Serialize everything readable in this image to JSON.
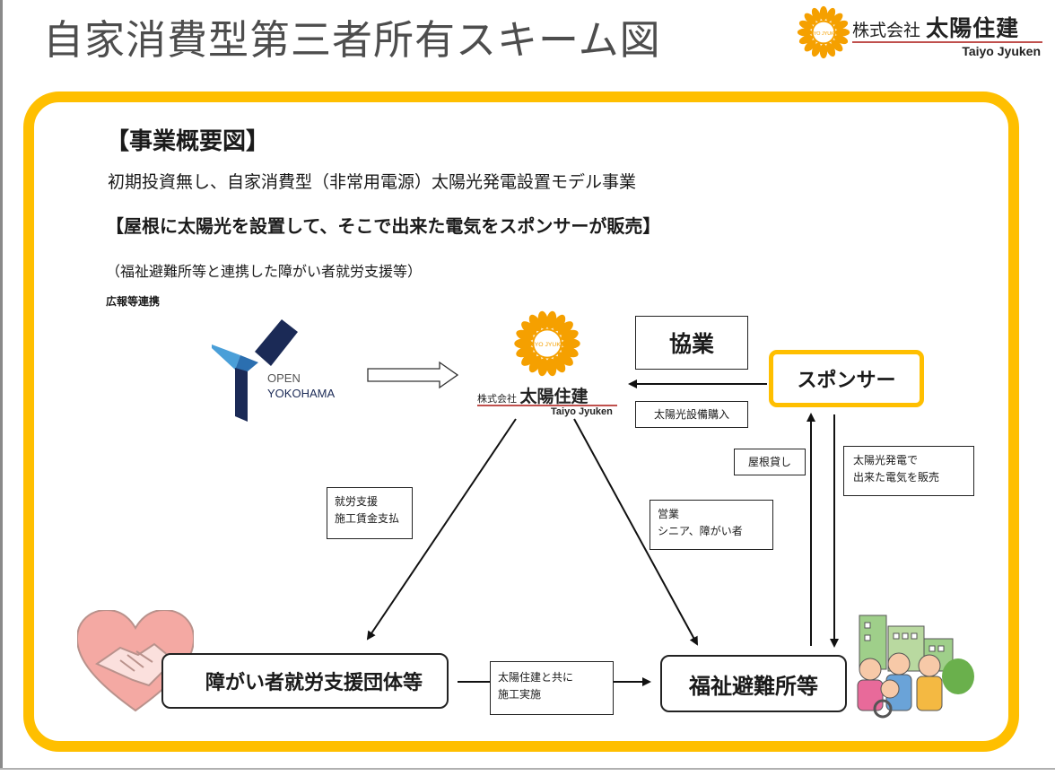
{
  "title": "自家消費型第三者所有スキーム図",
  "logo": {
    "company_prefix": "株式会社",
    "company_name": "太陽住建",
    "romaji": "Taiyo Jyuken",
    "mark_text": "TAIYO JYUKEN"
  },
  "content": {
    "heading": "【事業概要図】",
    "line1": "初期投資無し、自家消費型（非常用電源）太陽光発電設置モデル事業",
    "line2": "【屋根に太陽光を設置して、そこで出来た電気をスポンサーが販売】",
    "line3": "（福祉避難所等と連携した障がい者就労支援等）",
    "line4": "広報等連携"
  },
  "open_yokohama": {
    "line1": "OPEN",
    "line2": "YOKOHAMA"
  },
  "nodes": {
    "kyogyo": "協業",
    "sponsor": "スポンサー",
    "disabled_group": "障がい者就労支援団体等",
    "shelter": "福祉避難所等"
  },
  "labels": {
    "purchase": "太陽光設備購入",
    "roof_lease": "屋根貸し",
    "sale": [
      "太陽光発電で",
      "出来た電気を販売"
    ],
    "work_support": [
      "就労支援",
      "施工賃金支払"
    ],
    "sales": [
      "営業",
      "シニア、障がい者"
    ],
    "together": [
      "太陽住建と共に",
      "施工実施"
    ]
  },
  "colors": {
    "accent_yellow": "#ffbf00",
    "sunflower_orange": "#f5a000",
    "brand_red_line": "#c0504d",
    "heart_pink": "#f4a9a3",
    "yokohama_navy": "#1b2a56",
    "yokohama_blue": "#4a9fd8"
  }
}
